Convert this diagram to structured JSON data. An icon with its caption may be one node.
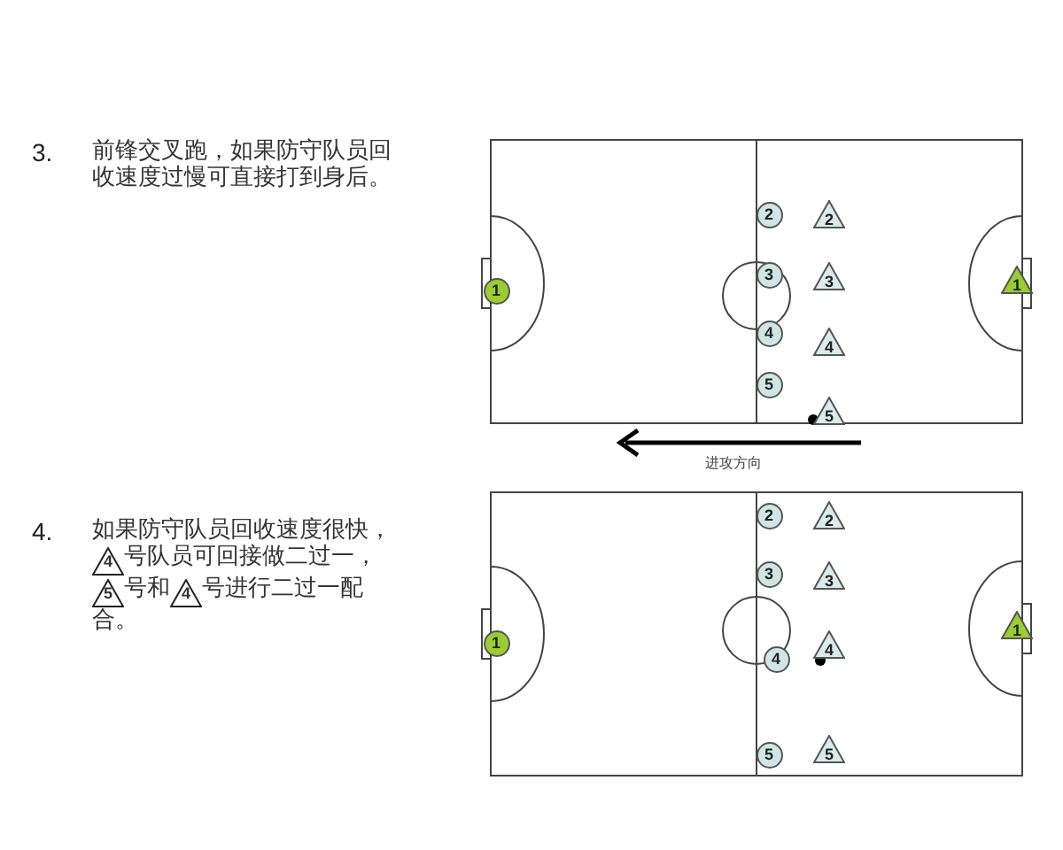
{
  "diagram": {
    "nodes": [
      {
        "text": [
          "1"
        ]
      },
      {
        "text": [
          "2"
        ]
      },
      {
        "text": [
          "3"
        ]
      },
      {
        "text": [
          "4"
        ]
      },
      {
        "text": [
          "5"
        ]
      },
      {
        "text": [
          "2"
        ]
      },
      {
        "text": [
          "3"
        ]
      },
      {
        "text": [
          "4"
        ]
      },
      {
        "text": [
          "5"
        ]
      },
      {
        "text": [
          "1"
        ]
      },
      {
        "text": [
          "1"
        ]
      },
      {
        "text": [
          "2"
        ]
      },
      {
        "text": [
          "3"
        ]
      },
      {
        "text": [
          "4"
        ]
      },
      {
        "text": [
          "5"
        ]
      },
      {
        "text": [
          "2"
        ]
      },
      {
        "text": [
          "3"
        ]
      },
      {
        "text": [
          "4"
        ]
      },
      {
        "text": [
          "5"
        ]
      },
      {
        "text": [
          "1"
        ]
      }
    ],
    "labels": [
      "3.",
      "前锋交叉跑，如果防守队员回收速度过慢可直接打到身后。",
      "进攻方向",
      "4.",
      "如果防守队员回收速度很快，",
      "4",
      "号队员可回接做二过一，",
      "5",
      "号和",
      "4",
      "号进行二过一配合。"
    ]
  }
}
